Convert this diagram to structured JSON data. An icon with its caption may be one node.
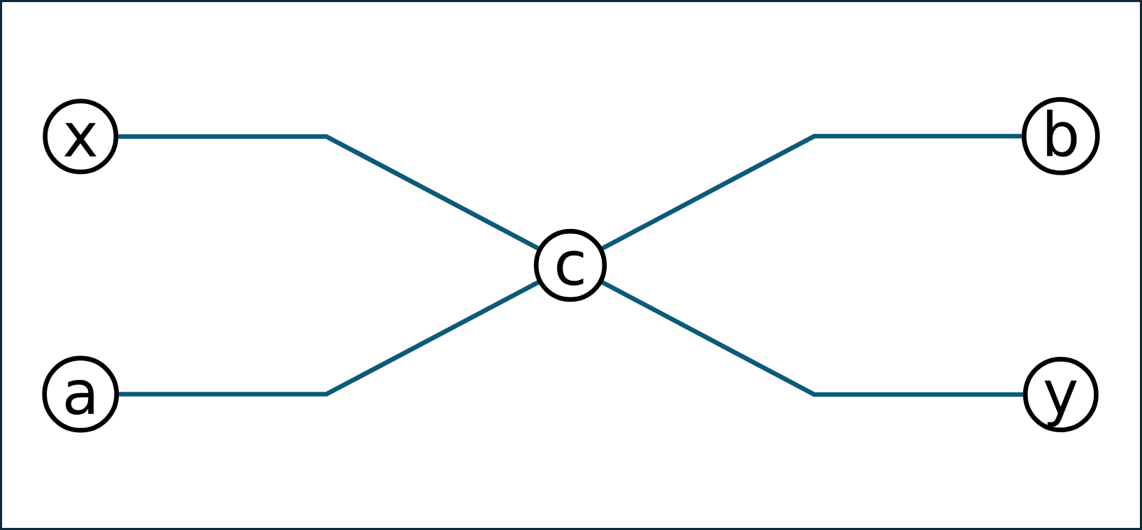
{
  "diagram": {
    "nodes": [
      {
        "text": [
          "x"
        ]
      },
      {
        "text": [
          "a"
        ]
      },
      {
        "text": [
          "c"
        ]
      },
      {
        "text": [
          "b"
        ]
      },
      {
        "text": [
          "y"
        ]
      }
    ],
    "edges": [
      {
        "from": 0,
        "to": 2,
        "arrow": "none"
      },
      {
        "from": 1,
        "to": 2,
        "arrow": "none"
      },
      {
        "from": 2,
        "to": 3,
        "arrow": "none"
      },
      {
        "from": 2,
        "to": 4,
        "arrow": "none"
      }
    ]
  }
}
